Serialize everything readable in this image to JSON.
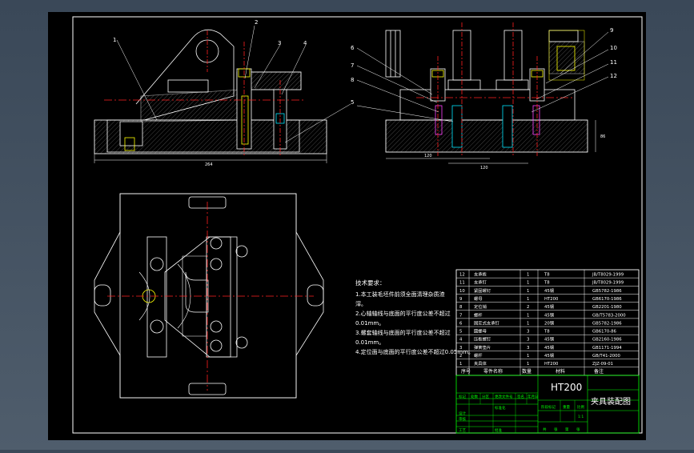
{
  "tech_requirements": {
    "heading": "技术要求：",
    "lines": [
      "1.本工装毛坯件前须全面清理杂质渣",
      "滓。",
      "2.心轴轴线与底面的平行度公差不超过",
      "0.01mm。",
      "3.螺套轴线与底面的平行度公差不超过",
      "0.01mm。",
      "4.定位面与底面的平行度公差不超过0.05mm。"
    ]
  },
  "bom": {
    "header": {
      "no": "序号",
      "name": "零件名称",
      "qty": "数量",
      "material": "材料",
      "remark": "备注"
    },
    "rows": [
      {
        "no": "12",
        "name": "支承板",
        "qty": "1",
        "material": "T8",
        "remark": "JB/T8029-1999"
      },
      {
        "no": "11",
        "name": "支承钉",
        "qty": "1",
        "material": "T8",
        "remark": "JB/T8029-1999"
      },
      {
        "no": "10",
        "name": "紧固螺钉",
        "qty": "1",
        "material": "45钢",
        "remark": "GB5782-1986"
      },
      {
        "no": "9",
        "name": "螺母",
        "qty": "1",
        "material": "HT200",
        "remark": "GB6170-1986"
      },
      {
        "no": "8",
        "name": "定位销",
        "qty": "2",
        "material": "45钢",
        "remark": "GB2201-1980"
      },
      {
        "no": "7",
        "name": "螺杆",
        "qty": "1",
        "material": "45钢",
        "remark": "GB/T5783-2000"
      },
      {
        "no": "6",
        "name": "固定式支承钉",
        "qty": "1",
        "material": "20钢",
        "remark": "GB5782-1986"
      },
      {
        "no": "5",
        "name": "圆螺母",
        "qty": "3",
        "material": "T8",
        "remark": "GB6170-86"
      },
      {
        "no": "4",
        "name": "压板螺钉",
        "qty": "3",
        "material": "45钢",
        "remark": "GB2160-1986"
      },
      {
        "no": "3",
        "name": "弹簧垫片",
        "qty": "3",
        "material": "45钢",
        "remark": "GB1171-1994"
      },
      {
        "no": "2",
        "name": "螺杆",
        "qty": "1",
        "material": "45钢",
        "remark": "GB/T41-2000"
      },
      {
        "no": "1",
        "name": "夹具体",
        "qty": "1",
        "material": "HT200",
        "remark": "ZJZ-09-01"
      }
    ]
  },
  "title_block": {
    "material": "HT200",
    "drawing_name": "夹具装配图",
    "rev_headers": [
      "标记",
      "处数",
      "分区",
      "更改文件号",
      "签名",
      "年月日"
    ],
    "sign_rows": [
      "设计",
      "审核",
      "工艺"
    ],
    "std_label": "标准化",
    "approve_label": "批准",
    "stage_headers": [
      "阶段标记",
      "重量",
      "比例"
    ],
    "scale": "1:1",
    "sheet_labels": [
      "共",
      "张",
      "第",
      "张"
    ]
  },
  "callouts": {
    "front": [
      "1",
      "2",
      "3",
      "4",
      "5"
    ],
    "side": [
      "6",
      "7",
      "8",
      "9",
      "10",
      "11",
      "12"
    ]
  },
  "dimensions": {
    "front_width": "264",
    "side_width_1": "120",
    "side_width_2": "120",
    "side_height": "86"
  },
  "colors": {
    "lines": "#ffffff",
    "title_frame": "#00ff00",
    "cyan": "#00e5ff",
    "yellow": "#ffff00",
    "red": "#ff2020",
    "magenta": "#ff40ff"
  }
}
